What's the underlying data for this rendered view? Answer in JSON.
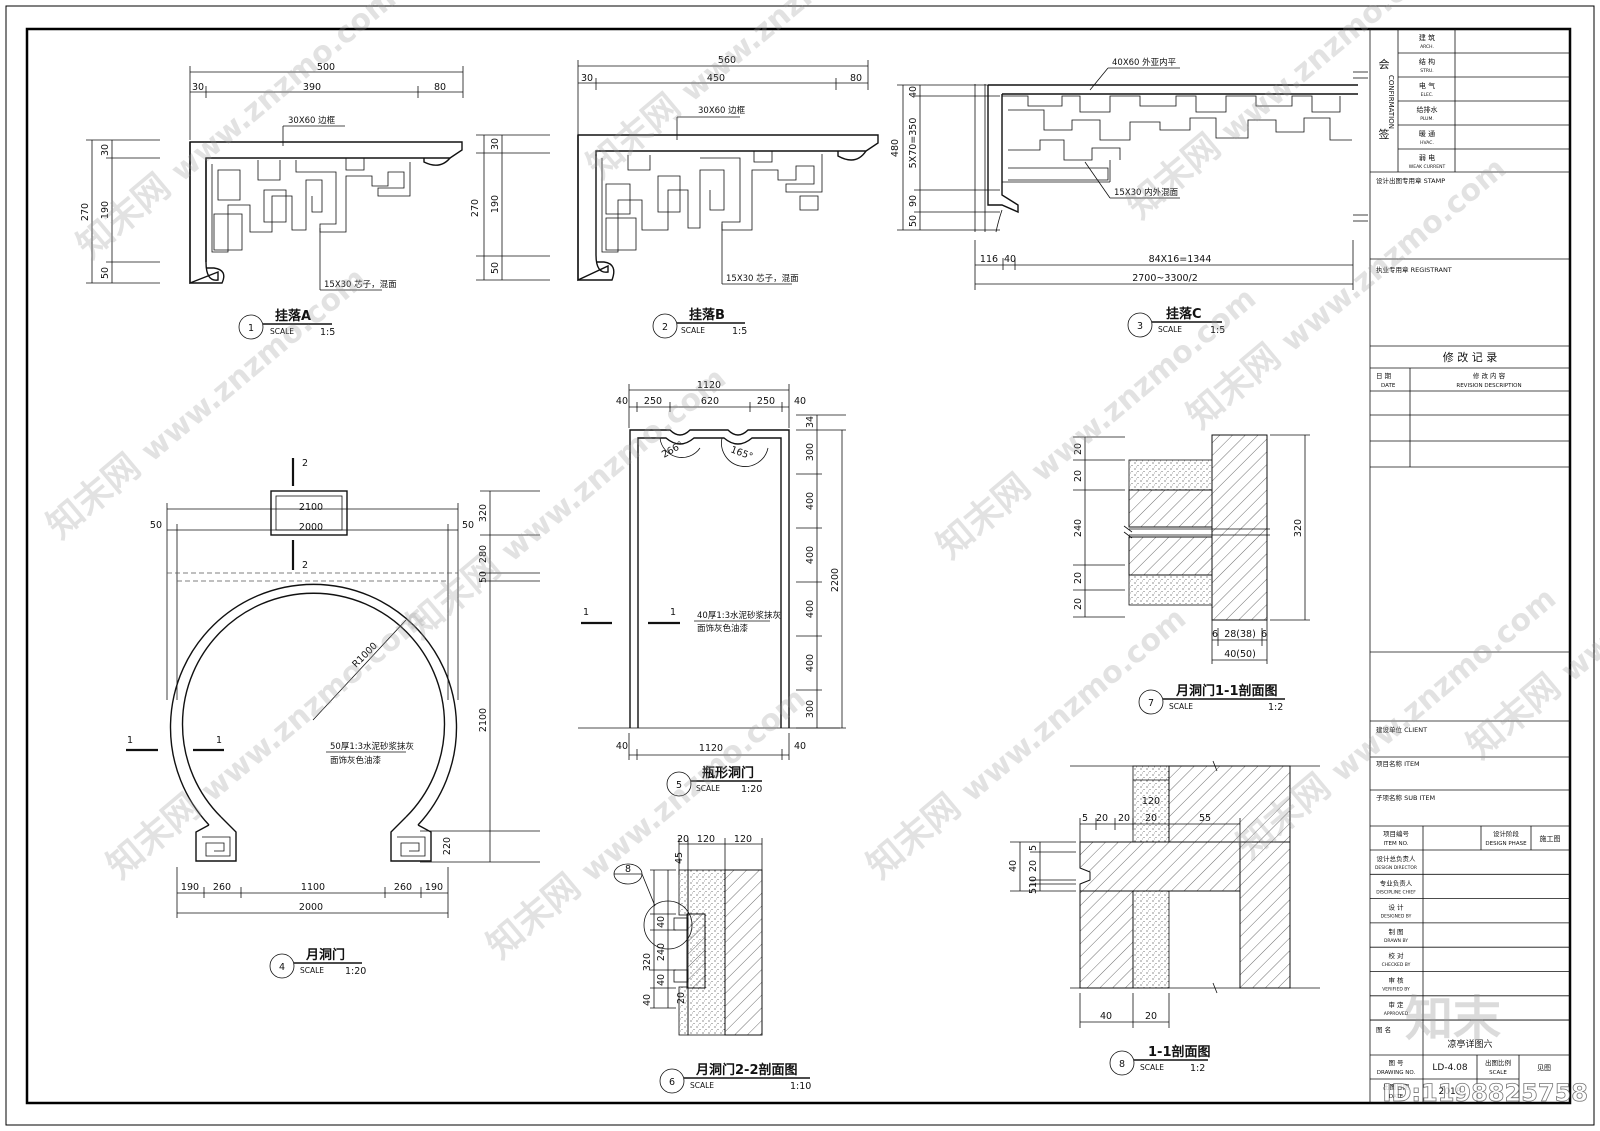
{
  "details": {
    "d1": {
      "num": "1",
      "title": "挂落A",
      "scale_label": "SCALE",
      "scale": "1:5",
      "dims": {
        "total": "500",
        "d30": "30",
        "d390": "390",
        "d80": "80",
        "h270": "270",
        "h30": "30",
        "h190": "190",
        "h50": "50"
      },
      "notes": {
        "frame": "30X60 边框",
        "core": "15X30 芯子，混面"
      }
    },
    "d2": {
      "num": "2",
      "title": "挂落B",
      "scale_label": "SCALE",
      "scale": "1:5",
      "dims": {
        "total": "560",
        "d30": "30",
        "d450": "450",
        "d80": "80",
        "h270": "270",
        "h30": "30",
        "h190": "190",
        "h50": "50"
      },
      "notes": {
        "frame": "30X60 边框",
        "core": "15X30 芯子，混面"
      }
    },
    "d3": {
      "num": "3",
      "title": "挂落C",
      "scale_label": "SCALE",
      "scale": "1:5",
      "dims": {
        "h480": "480",
        "h40": "40",
        "h5x70": "5X70=350",
        "h90": "90",
        "h50": "50",
        "w116": "116",
        "w40": "40",
        "w84": "84X16=1344",
        "wtotal": "2700~3300/2"
      },
      "notes": {
        "frame": "40X60 外亚内平",
        "core": "15X30 内外混面"
      }
    },
    "d4": {
      "num": "4",
      "title": "月洞门",
      "scale_label": "SCALE",
      "scale": "1:20",
      "dims": {
        "d2100": "2100",
        "d2000": "2000",
        "d50a": "50",
        "d50b": "50",
        "h320": "320",
        "h280": "280",
        "h50": "50",
        "h2100": "2100",
        "h220": "220",
        "radius": "R1000",
        "b190a": "190",
        "b260a": "260",
        "b1100": "1100",
        "b260b": "260",
        "b190b": "190",
        "b2000": "2000"
      },
      "notes": {
        "line1": "50厚1:3水泥砂浆抹灰",
        "line2": "面饰灰色油漆"
      },
      "section": {
        "s1": "1",
        "s2": "2"
      }
    },
    "d5": {
      "num": "5",
      "title": "瓶形洞门",
      "scale_label": "SCALE",
      "scale": "1:20",
      "dims": {
        "w1120": "1120",
        "w40a": "40",
        "w250a": "250",
        "w620": "620",
        "w250b": "250",
        "w40b": "40",
        "b40a": "40",
        "b1120": "1120",
        "b40b": "40",
        "h34": "34",
        "h300a": "300",
        "h400a": "400",
        "h400b": "400",
        "h400c": "400",
        "h400d": "400",
        "h300b": "300",
        "h2200": "2200",
        "ang1": "266°",
        "ang2": "165°"
      },
      "notes": {
        "line1": "40厚1:3水泥砂浆抹灰",
        "line2": "面饰灰色油漆"
      },
      "section": {
        "s1": "1"
      }
    },
    "d6": {
      "num": "6",
      "title": "月洞门2-2剖面图",
      "scale_label": "SCALE",
      "scale": "1:10",
      "dims": {
        "w20": "20",
        "w120a": "120",
        "w120b": "120",
        "h45": "45",
        "h40a": "40",
        "h320": "320",
        "h240": "240",
        "h40b": "40",
        "h40c": "40",
        "h20": "20"
      },
      "ref": "8"
    },
    "d7": {
      "num": "7",
      "title": "月洞门1-1剖面图",
      "scale_label": "SCALE",
      "scale": "1:2",
      "dims": {
        "h20a": "20",
        "h20b": "20",
        "h240": "240",
        "h20c": "20",
        "h20d": "20",
        "h320": "320",
        "w6a": "6",
        "w28": "28(38)",
        "w6b": "6",
        "w40": "40(50)"
      }
    },
    "d8": {
      "num": "8",
      "title": "1-1剖面图",
      "scale_label": "SCALE",
      "scale": "1:2",
      "dims": {
        "h120": "120",
        "w5": "5",
        "w20a": "20",
        "w20b": "20",
        "w20c": "20",
        "w55": "55",
        "h40": "40",
        "h5a": "5",
        "h20": "20",
        "h10": "10",
        "h5b": "5",
        "b40": "40",
        "b20": "20"
      }
    }
  },
  "titleblock": {
    "confirm": {
      "hui": "会",
      "qian": "签",
      "vertical": "CONFIRMATION"
    },
    "disciplines": [
      {
        "cn": "建  筑",
        "en": "ARCH."
      },
      {
        "cn": "结  构",
        "en": "STRU."
      },
      {
        "cn": "电  气",
        "en": "ELEC."
      },
      {
        "cn": "给排水",
        "en": "PLUM."
      },
      {
        "cn": "暖  通",
        "en": "HVAC."
      },
      {
        "cn": "弱  电",
        "en": "WEAK CURRENT"
      }
    ],
    "stamp": "设计出图专用章  STAMP",
    "registrant": "执业专用章    REGISTRANT",
    "revision_title": "修  改  记  录",
    "rev_date_cn": "日  期",
    "rev_date_en": "DATE",
    "rev_desc_cn": "修  改  内  容",
    "rev_desc_en": "REVISION DESCRIPTION",
    "client": "建设单位  CLIENT",
    "item": "项目名称   ITEM",
    "subitem": "子项名称   SUB ITEM",
    "item_no_cn": "项目编号",
    "item_no_en": "ITEM NO.",
    "phase_cn": "设计阶段",
    "phase_en": "DESIGN PHASE",
    "phase_val": "施工图",
    "roles": [
      {
        "cn": "设计总负责人",
        "en": "DESIGN DIRECTOR"
      },
      {
        "cn": "专业负责人",
        "en": "DISCIPLINE CHIEF"
      },
      {
        "cn": "设  计",
        "en": "DESIGNED BY"
      },
      {
        "cn": "制  图",
        "en": "DRAWN BY"
      },
      {
        "cn": "校  对",
        "en": "CHECKED BY"
      },
      {
        "cn": "审  核",
        "en": "VERIFIED BY"
      },
      {
        "cn": "审  定",
        "en": "APPROVED"
      }
    ],
    "drawing_title_cn": "图  名",
    "drawing_title_val": "凉亭详图六",
    "drawing_no_cn": "图  号",
    "drawing_no_en": "DRAWING NO.",
    "drawing_no_val": "LD-4.08",
    "scale_cn": "出图比例",
    "scale_en": "SCALE",
    "scale_val": "见图",
    "date_cn": "出图日期",
    "date_en": "DATE",
    "date_val": "2018"
  },
  "watermarks": {
    "url": "www.znzmo.com",
    "brand": "知末网",
    "logo": "知末",
    "id": "ID:1198825758"
  }
}
